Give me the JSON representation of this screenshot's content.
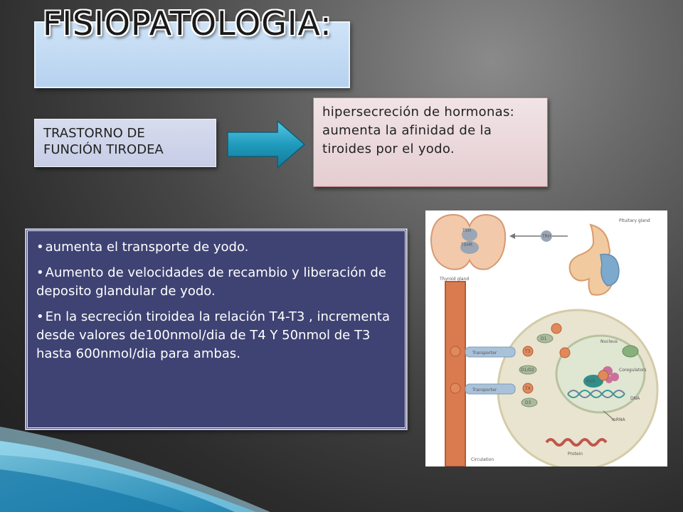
{
  "title": "FISIOPATOLOGIA:",
  "left_box": {
    "line1": "TRASTORNO DE",
    "line2": "FUNCIÓN TIRODEA"
  },
  "right_box": {
    "text": "hipersecreción de hormonas: aumenta la afinidad de la tiroides por el yodo."
  },
  "bullets": [
    "aumenta el transporte de yodo.",
    "Aumento de velocidades de recambio y liberación de deposito glandular de yodo.",
    "En la secreción tiroidea la relación T4-T3 , incrementa desde valores de100nmol/dia de T4 Y 50nmol de T3 hasta 600nmol/dia para ambas."
  ],
  "figure_labels": {
    "tsh": "TSH",
    "tshr": "TSHR",
    "trh": "TRH",
    "pituitary": "Pituitary gland",
    "thyroid": "Thyroid gland",
    "nucleus": "Nucleus",
    "transporter1": "Transporter",
    "transporter2": "Transporter",
    "coregulators": "Coregulators",
    "rxr": "RXR",
    "dna": "DNA",
    "mrna": "mRNA",
    "protein": "Protein",
    "circulation": "Circulation",
    "t3": "T3",
    "t4": "T4",
    "d1": "D1",
    "d2": "D1/D2",
    "d3": "D3"
  },
  "colors": {
    "title_box": "#c4dbf3",
    "left_box": "#cfd5eb",
    "right_box": "#ecdadd",
    "bullet_box": "#3f4373",
    "arrow": "#1f9bbd"
  }
}
